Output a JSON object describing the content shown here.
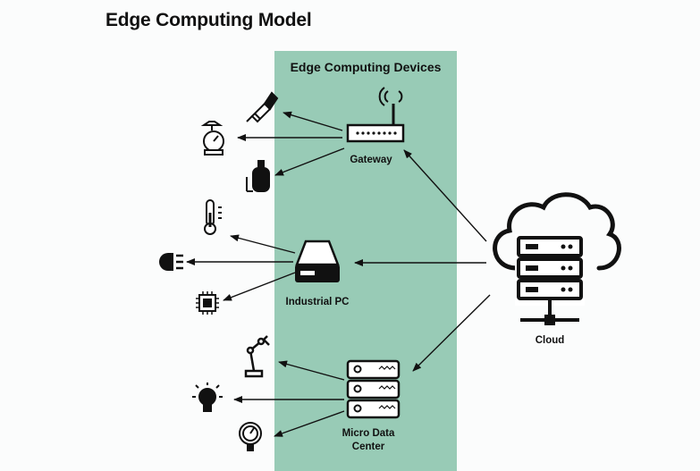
{
  "title": "Edge Computing Model",
  "band_title": "Edge Computing Devices",
  "nodes": {
    "gateway": "Gateway",
    "industrial_pc": "Industrial PC",
    "micro_data_center": "Micro Data\nCenter",
    "cloud": "Cloud"
  },
  "colors": {
    "band": "#98cbb6",
    "ink": "#111111"
  },
  "icons": [
    "pen-sensor-icon",
    "scale-icon",
    "gas-cylinder-icon",
    "thermometer-icon",
    "headlight-icon",
    "chip-icon",
    "robot-arm-icon",
    "lightbulb-icon",
    "pressure-gauge-icon",
    "router-icon",
    "pc-drive-icon",
    "server-rack-icon",
    "cloud-server-icon"
  ]
}
